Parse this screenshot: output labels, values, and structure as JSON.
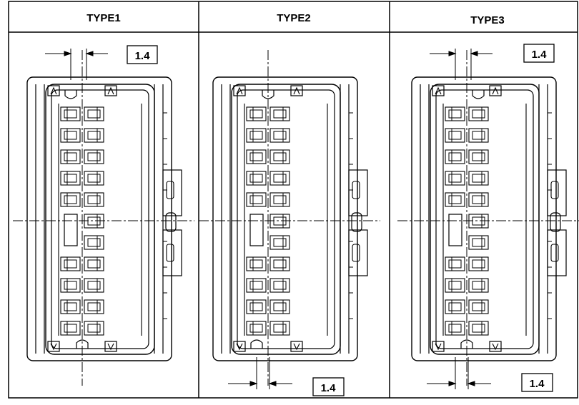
{
  "table": {
    "columns": [
      {
        "header": "TYPE1",
        "dimension_label": "1.4",
        "dimension_position": "top",
        "key_position": "top-left"
      },
      {
        "header": "TYPE2",
        "dimension_label": "1.4",
        "dimension_position": "bottom",
        "key_position": "bottom-left"
      },
      {
        "header": "TYPE3",
        "dimension_label": "1.4",
        "dimension_position": "both",
        "key_position": "top-right"
      }
    ]
  },
  "colors": {
    "line": "#000000",
    "background": "#ffffff"
  }
}
